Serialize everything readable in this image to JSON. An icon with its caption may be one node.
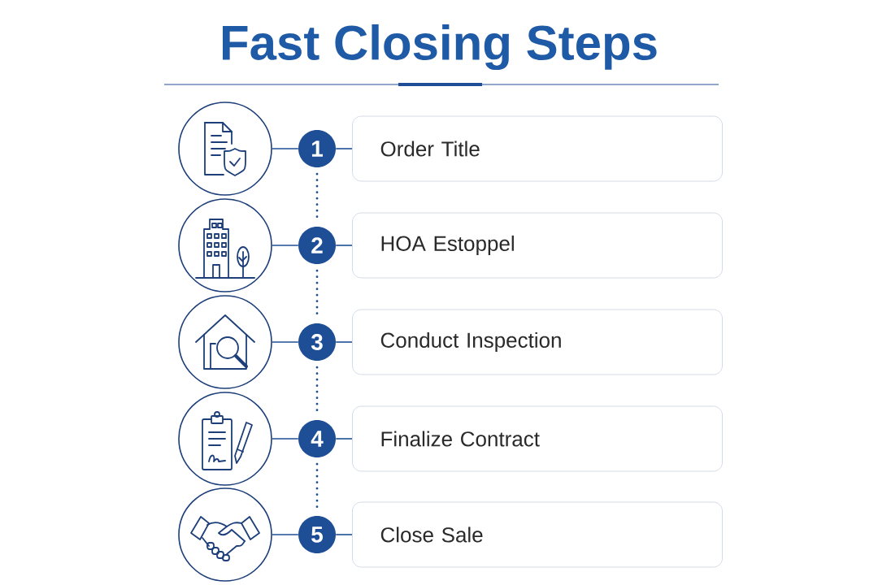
{
  "diagram": {
    "title": "Fast Closing Steps",
    "nodes": [
      {
        "text": [],
        "shape": "circle"
      },
      {
        "text": [
          "1"
        ]
      },
      {
        "text": [
          "Order Title"
        ]
      },
      {
        "text": [],
        "shape": "circle"
      },
      {
        "text": [
          "2"
        ]
      },
      {
        "text": [
          "HOA Estoppel"
        ]
      },
      {
        "text": [],
        "shape": "circle"
      },
      {
        "text": [
          "3"
        ]
      },
      {
        "text": [
          "Conduct Inspection"
        ]
      },
      {
        "text": [],
        "shape": "circle"
      },
      {
        "text": [
          "4"
        ]
      },
      {
        "text": [
          "Finalize Contract"
        ]
      },
      {
        "text": [],
        "shape": "circle"
      },
      {
        "text": [
          "5"
        ]
      },
      {
        "text": [
          "Close Sale"
        ]
      }
    ],
    "edges": [
      {
        "from": 0,
        "to": 1,
        "arrow": "none"
      },
      {
        "from": 1,
        "to": 2,
        "arrow": "none"
      },
      {
        "from": 3,
        "to": 4,
        "arrow": "none"
      },
      {
        "from": 4,
        "to": 5,
        "arrow": "none"
      },
      {
        "from": 6,
        "to": 7,
        "arrow": "none"
      },
      {
        "from": 7,
        "to": 8,
        "arrow": "none"
      },
      {
        "from": 9,
        "to": 10,
        "arrow": "none"
      },
      {
        "from": 10,
        "to": 11,
        "arrow": "none"
      },
      {
        "from": 12,
        "to": 13,
        "arrow": "none"
      },
      {
        "from": 13,
        "to": 14,
        "arrow": "none"
      },
      {
        "from": 1,
        "to": 4,
        "arrow": "none",
        "style": "dashed"
      },
      {
        "from": 4,
        "to": 7,
        "arrow": "none",
        "style": "dashed"
      },
      {
        "from": 7,
        "to": 10,
        "arrow": "none",
        "style": "dashed"
      },
      {
        "from": 10,
        "to": 13,
        "arrow": "none",
        "style": "dashed"
      }
    ]
  }
}
